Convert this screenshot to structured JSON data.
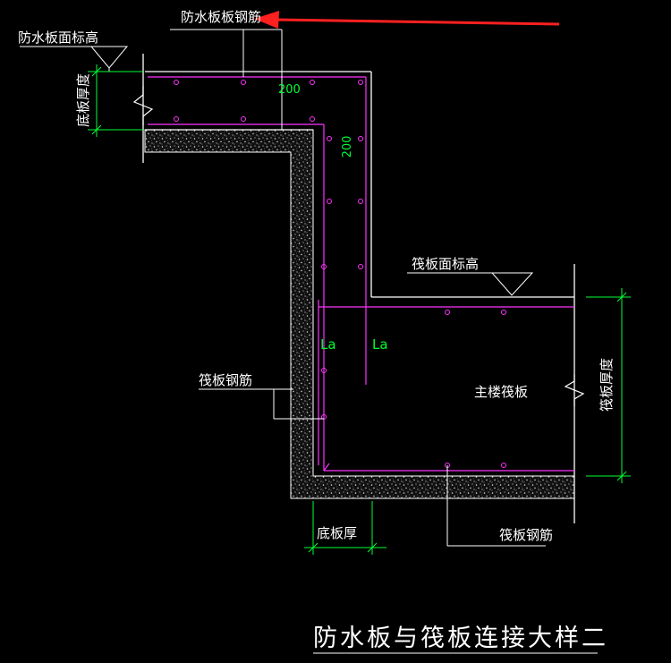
{
  "labels": {
    "waterproof_rebar": "防水板板钢筋",
    "waterproof_top_elev": "防水板面标高",
    "bottom_thickness_left": "底板厚度",
    "raft_top_elev": "筏板面标高",
    "raft_rebar_left": "筏板钢筋",
    "main_raft": "主楼筏板",
    "raft_thickness_right": "筏板厚度",
    "bottom_thickness_bottom": "底板厚",
    "raft_rebar_bottom": "筏板钢筋",
    "dim_200_horizontal": "200",
    "dim_200_vertical": "200",
    "la_left": "La",
    "la_right": "La"
  },
  "title": "防水板与筏板连接大样二",
  "colors": {
    "background": "#000000",
    "concrete_outline": "#ffffff",
    "rebar": "#ff33ff",
    "dimension": "#00ff33",
    "arrow": "#ff2020",
    "leader": "#ffffff"
  }
}
